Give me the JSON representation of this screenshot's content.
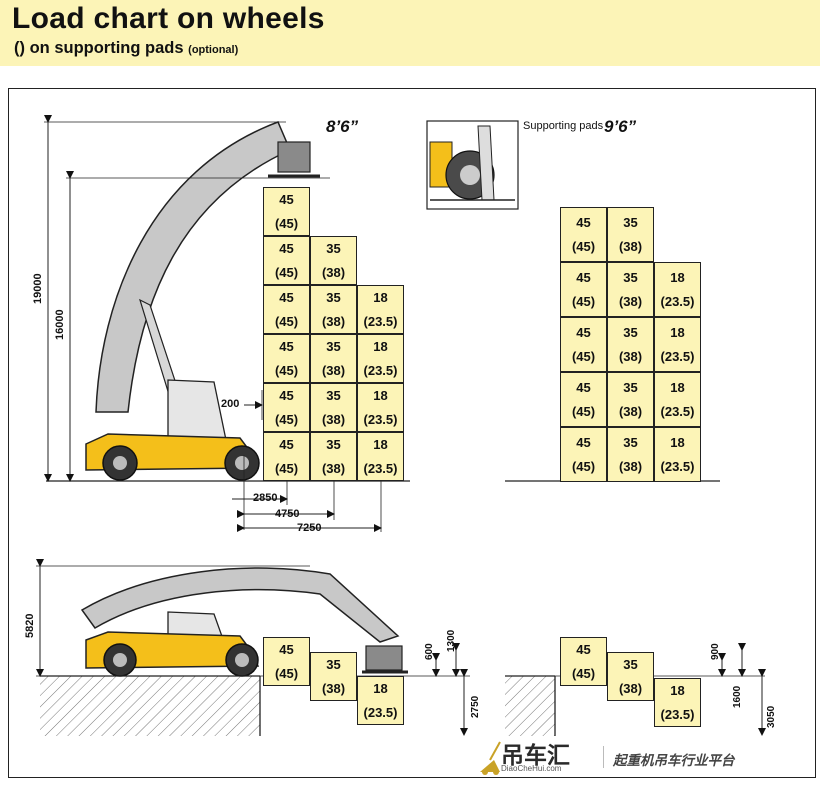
{
  "header": {
    "title": "Load chart on wheels",
    "subtitle": "() on supporting pads",
    "subtitle_note": "(optional)"
  },
  "top_wheels": {
    "section_label": "8’6”",
    "heights": [
      "19000",
      "16000"
    ],
    "offsets": [
      "200",
      "2850",
      "4750",
      "7250"
    ],
    "columns": [
      {
        "rows": [
          [
            "45",
            "(45)"
          ],
          [
            "45",
            "(45)"
          ],
          [
            "45",
            "(45)"
          ],
          [
            "45",
            "(45)"
          ],
          [
            "45",
            "(45)"
          ],
          [
            "45",
            "(45)"
          ]
        ]
      },
      {
        "rows": [
          [
            "35",
            "(38)"
          ],
          [
            "35",
            "(38)"
          ],
          [
            "35",
            "(38)"
          ],
          [
            "35",
            "(38)"
          ],
          [
            "35",
            "(38)"
          ]
        ]
      },
      {
        "rows": [
          [
            "18",
            "(23.5)"
          ],
          [
            "18",
            "(23.5)"
          ],
          [
            "18",
            "(23.5)"
          ],
          [
            "18",
            "(23.5)"
          ]
        ]
      }
    ]
  },
  "top_pads": {
    "section_label": "9’6”",
    "inset_label": "Supporting pads",
    "columns": [
      {
        "rows": [
          [
            "45",
            "(45)"
          ],
          [
            "45",
            "(45)"
          ],
          [
            "45",
            "(45)"
          ],
          [
            "45",
            "(45)"
          ],
          [
            "45",
            "(45)"
          ]
        ]
      },
      {
        "rows": [
          [
            "35",
            "(38)"
          ],
          [
            "35",
            "(38)"
          ],
          [
            "35",
            "(38)"
          ],
          [
            "35",
            "(38)"
          ],
          [
            "35",
            "(38)"
          ]
        ]
      },
      {
        "rows": [
          [
            "18",
            "(23.5)"
          ],
          [
            "18",
            "(23.5)"
          ],
          [
            "18",
            "(23.5)"
          ],
          [
            "18",
            "(23.5)"
          ]
        ]
      }
    ]
  },
  "bottom_left": {
    "height": "5820",
    "drops": [
      "600",
      "1300",
      "2750"
    ],
    "cells": [
      [
        "45",
        "(45)"
      ],
      [
        "35",
        "(38)"
      ],
      [
        "18",
        "(23.5)"
      ]
    ]
  },
  "bottom_right": {
    "drops": [
      "900",
      "1600",
      "3050"
    ],
    "cells": [
      [
        "45",
        "(45)"
      ],
      [
        "35",
        "(38)"
      ],
      [
        "18",
        "(23.5)"
      ]
    ]
  },
  "watermark": {
    "name": "吊车汇",
    "url": "DiaoCheHui.com",
    "tagline": "起重机吊车行业平台"
  },
  "colors": {
    "accent_yellow": "#fcf4b7",
    "machine_yellow": "#f4bf1a",
    "boom_grey": "#c8c8c8",
    "outline": "#222222"
  }
}
